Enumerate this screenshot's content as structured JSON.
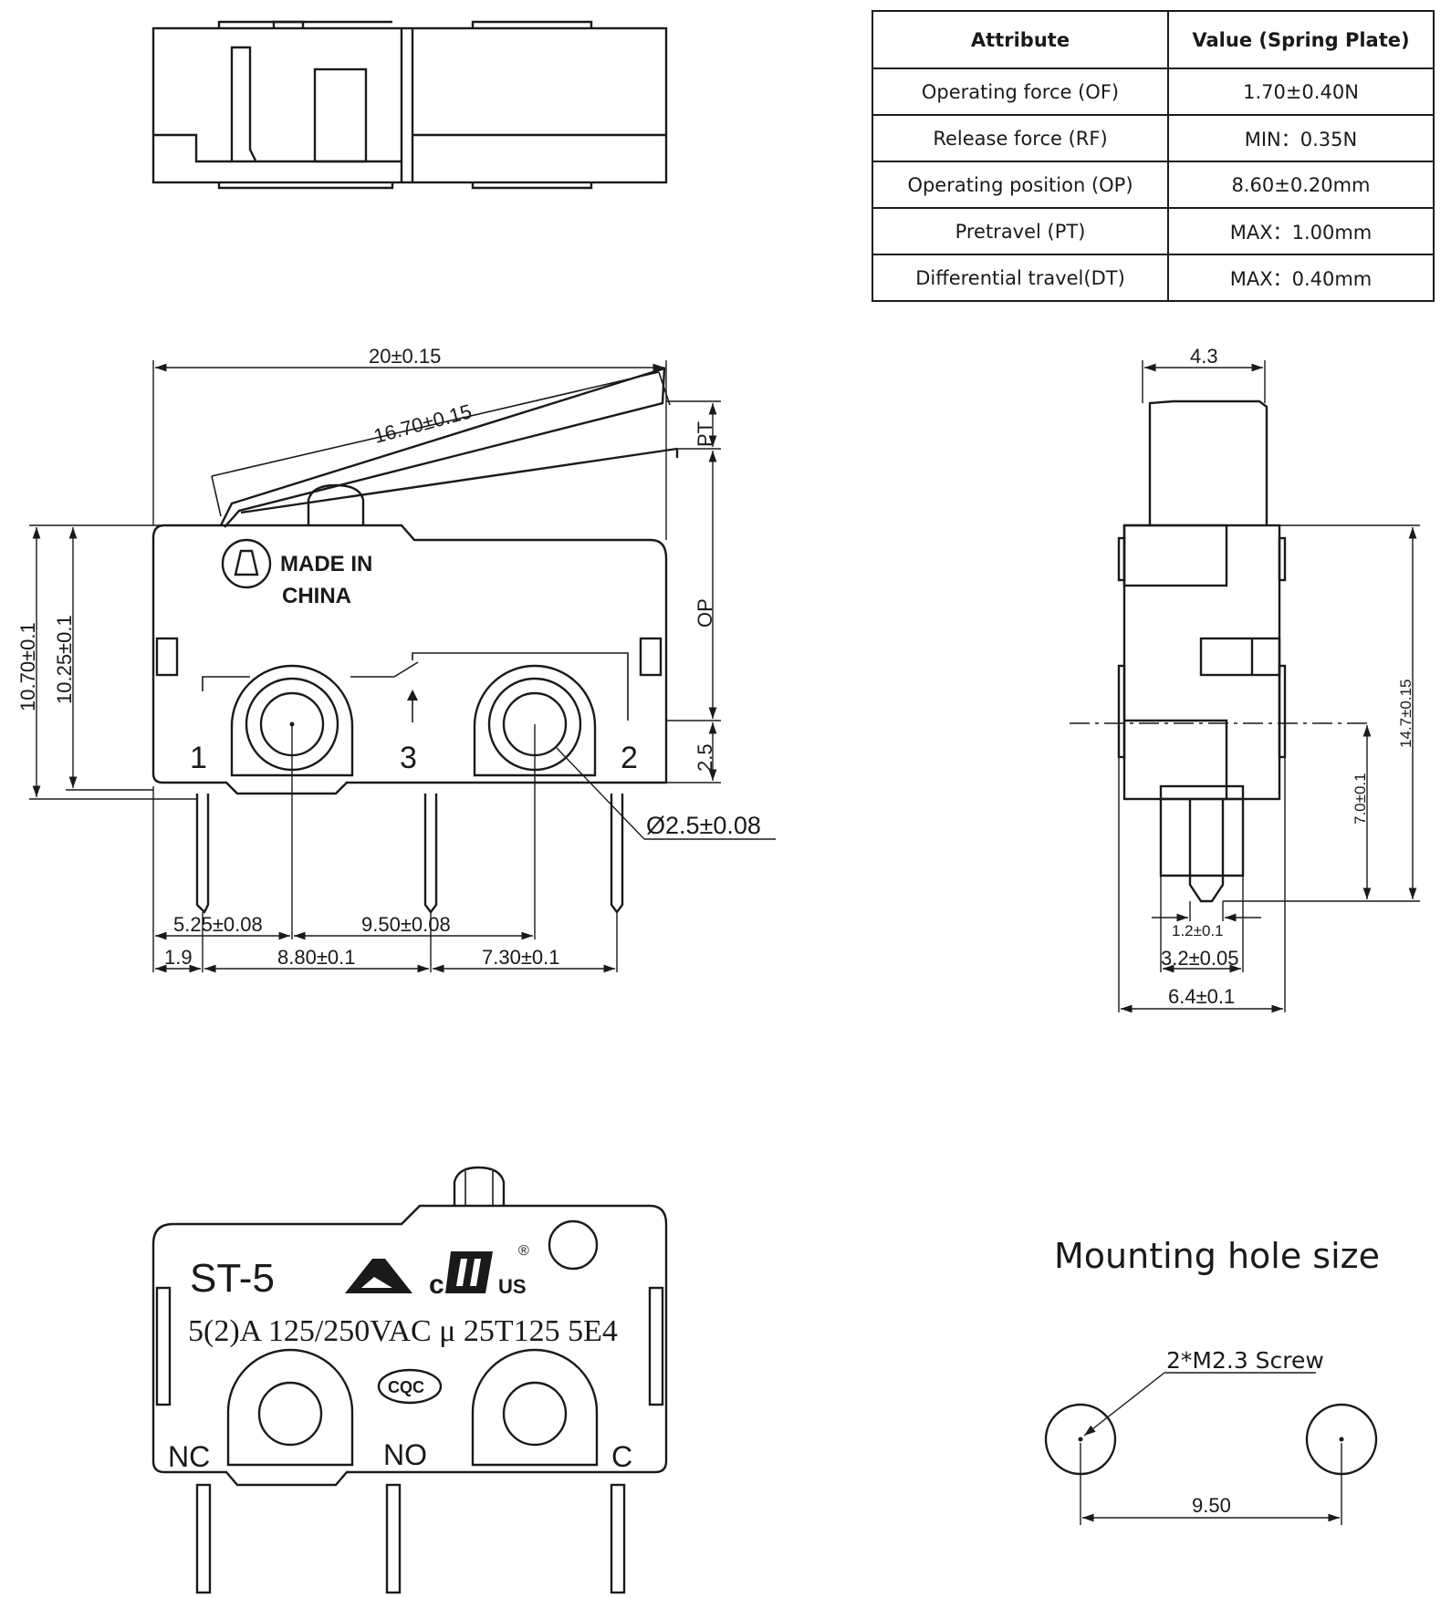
{
  "spec_table": {
    "headers": [
      "Attribute",
      "Value (Spring Plate)"
    ],
    "rows": [
      [
        "Operating force (OF)",
        "1.70±0.40N"
      ],
      [
        "Release force (RF)",
        "MIN：0.35N"
      ],
      [
        "Operating position (OP)",
        "8.60±0.20mm"
      ],
      [
        "Pretravel (PT)",
        "MAX：1.00mm"
      ],
      [
        "Differential travel(DT)",
        "MAX：0.40mm"
      ]
    ]
  },
  "front_view": {
    "dims": {
      "overall_width": "20±0.15",
      "lever_length": "16.70±0.15",
      "pt": "PT",
      "op": "OP",
      "terminal_offset": "2.5",
      "body_height": "10.70±0.1",
      "body_height_inner": "10.25±0.1",
      "hole_dia": "Ø2.5±0.08",
      "hole_offset": "5.25±0.08",
      "hole_pitch": "9.50±0.08",
      "pin_edge": "1.9",
      "pin_pitch_a": "8.80±0.1",
      "pin_pitch_b": "7.30±0.1"
    },
    "marking_line1": "MADE IN",
    "marking_line2": "CHINA",
    "pin_labels": [
      "1",
      "3",
      "2"
    ]
  },
  "side_view": {
    "dims": {
      "plunger_width": "4.3",
      "total_height": "14.7±0.15",
      "hole_to_pin": "7.0±0.1",
      "pin_width": "1.2±0.1",
      "pin_span": "3.2±0.05",
      "body_width": "6.4±0.1"
    }
  },
  "back_view": {
    "model": "ST-5",
    "rating": "5(2)A 125/250VAC μ 25T125 5E4",
    "cert_ul_c": "c",
    "cert_ul_us": "US",
    "cert_ul_reg": "®",
    "cert_cqc": "CQC",
    "terminals": [
      "NC",
      "NO",
      "C"
    ]
  },
  "mounting": {
    "title": "Mounting hole size",
    "screw_label": "2*M2.3 Screw",
    "spacing": "9.50"
  }
}
